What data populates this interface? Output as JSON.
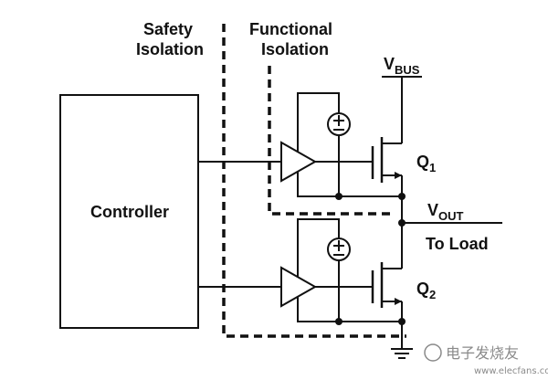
{
  "labels": {
    "safety_line1": "Safety",
    "safety_line2": "Isolation",
    "functional_line1": "Functional",
    "functional_line2": "Isolation",
    "controller": "Controller",
    "vbus_main": "V",
    "vbus_sub": "BUS",
    "vout_main": "V",
    "vout_sub": "OUT",
    "to_load": "To Load",
    "q1_main": "Q",
    "q1_sub": "1",
    "q2_main": "Q",
    "q2_sub": "2"
  },
  "watermark": {
    "text": "电子发烧友",
    "url": "www.elecfans.com"
  },
  "colors": {
    "line": "#111111",
    "watermark": "#8a8a8a"
  }
}
